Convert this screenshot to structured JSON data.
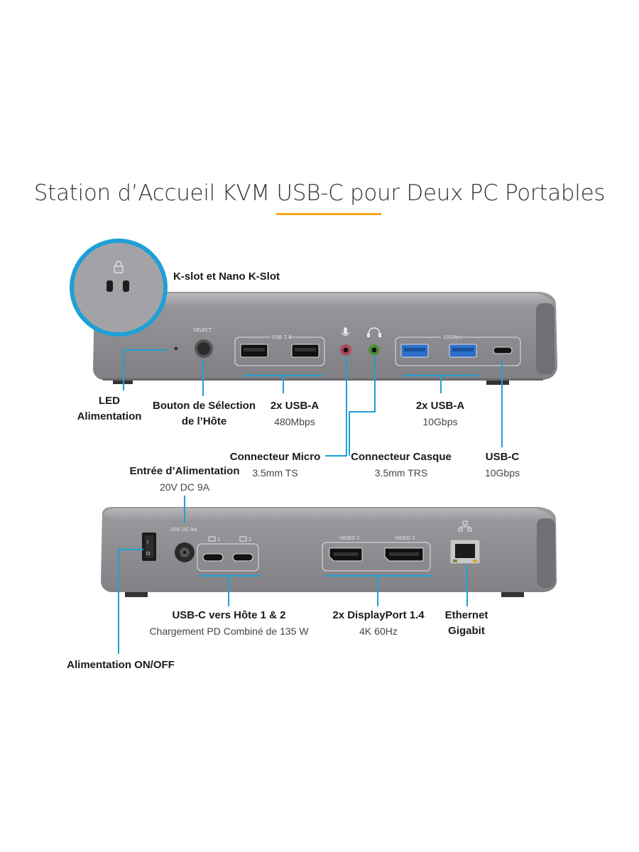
{
  "title": "Station d’Accueil KVM USB-C pour Deux PC Portables",
  "colors": {
    "accent_line": "#f5a81c",
    "callout": "#1fa0d6",
    "device_body": "#8f8f93"
  },
  "front": {
    "kslot_label": "K-slot et Nano K-Slot",
    "select_marking": "SELECT",
    "usb2_marking": "USB 2.0",
    "tengbps_marking": "10Gbps",
    "led": {
      "title": "LED",
      "subtitle": "Alimentation"
    },
    "select_button": {
      "title": "Bouton de Sélection",
      "subtitle": "de l’Hôte"
    },
    "usb_a_480": {
      "title": "2x USB-A",
      "subtitle": "480Mbps"
    },
    "usb_a_10g": {
      "title": "2x USB-A",
      "subtitle": "10Gbps"
    },
    "mic": {
      "title": "Connecteur Micro",
      "subtitle": "3.5mm TS"
    },
    "headset": {
      "title": "Connecteur Casque",
      "subtitle": "3.5mm TRS"
    },
    "usb_c": {
      "title": "USB-C",
      "subtitle": "10Gbps"
    }
  },
  "back": {
    "dc_marking": "20V DC 9A",
    "host1_marking": "1",
    "host2_marking": "2",
    "video1_marking": "VIDEO 1",
    "video2_marking": "VIDEO 2",
    "power_input": {
      "title": "Entrée d’Alimentation",
      "subtitle": "20V DC 9A"
    },
    "usb_c_hosts": {
      "title": "USB-C vers Hôte 1 & 2",
      "subtitle": "Chargement PD Combiné de 135 W"
    },
    "displayport": {
      "title": "2x DisplayPort 1.4",
      "subtitle": "4K 60Hz"
    },
    "ethernet": {
      "title": "Ethernet",
      "subtitle": "Gigabit"
    },
    "power_switch": {
      "title": "Alimentation ON/OFF"
    }
  }
}
